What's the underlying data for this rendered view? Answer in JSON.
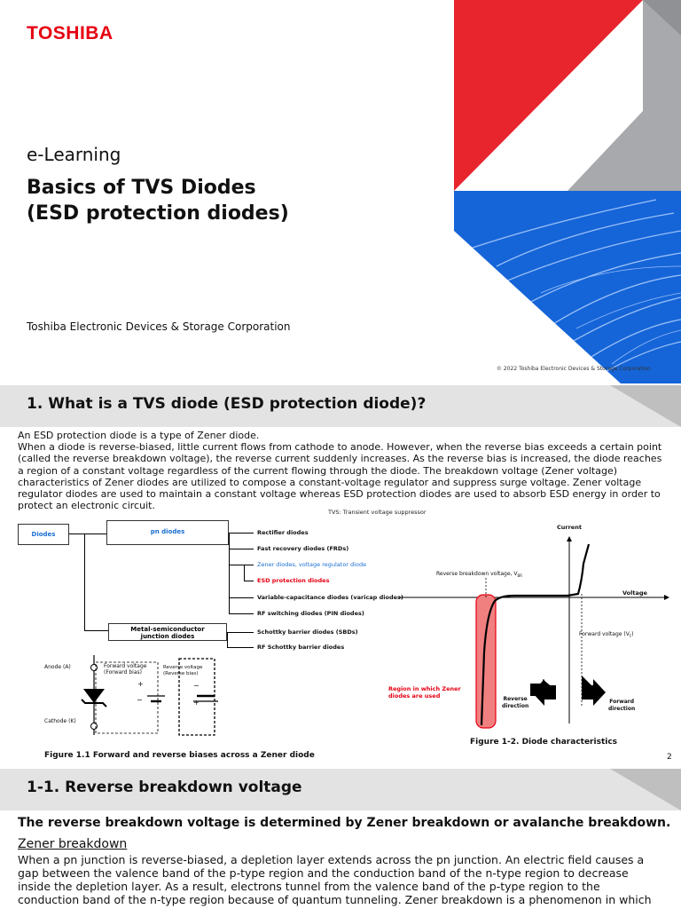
{
  "slide1": {
    "logo": "TOSHIBA",
    "subtitle": "e-Learning",
    "title_line1": "Basics of TVS Diodes",
    "title_line2": "(ESD protection diodes)",
    "company": "Toshiba Electronic Devices & Storage Corporation",
    "copyright": "© 2022 Toshiba Electronic Devices & Storage Corporation",
    "colors": {
      "red": "#e8242c",
      "blue": "#1565d8",
      "gray": "#a7a9ac"
    }
  },
  "slide2": {
    "heading": "1. What is a TVS diode (ESD protection diode)?",
    "paragraph_lines": [
      "An ESD protection diode is a type of Zener diode.",
      "When a diode is reverse-biased, little current flows from cathode to anode. However, when the reverse bias exceeds a certain point",
      "(called the reverse breakdown voltage), the reverse current suddenly increases. As the reverse bias is increased, the diode reaches",
      "a region of a constant voltage regardless of the current flowing through the diode. The breakdown voltage (Zener voltage)",
      "characteristics of Zener diodes are utilized to compose a constant-voltage regulator and suppress surge voltage. Zener voltage",
      "regulator diodes are used to maintain a constant voltage whereas ESD protection diodes are used to absorb ESD energy in order to",
      "protect an electronic circuit."
    ],
    "tvs_note": "TVS: Transient voltage suppressor",
    "tree": {
      "root": "Diodes",
      "pn": "pn diodes",
      "ms_line1": "Metal-semiconductor",
      "ms_line2": "junction diodes",
      "items": [
        "Rectifier diodes",
        "Fast recovery diodes (FRDs)",
        "Zener diodes, voltage regulator diode",
        "ESD protection diodes",
        "Variable-capacitance diodes (varicap diodes)",
        "RF switching diodes (PIN diodes)",
        "Schottky barrier diodes (SBDs)",
        "RF Schottky barrier diodes"
      ]
    },
    "circuit": {
      "anode": "Anode (A)",
      "cathode": "Cathode (K)",
      "forward_line1": "Forward voltage",
      "forward_line2": "(Forward bias)",
      "reverse_line1": "Reverse voltage",
      "reverse_line2": "(Reverse bias)",
      "plus": "+",
      "minus": "−",
      "caption": "Figure 1.1 Forward and reverse biases across a Zener diode"
    },
    "graph": {
      "current": "Current",
      "voltage": "Voltage",
      "vbr": "Reverse breakdown voltage, V",
      "vbr_sub": "BR",
      "vf": "Forward voltage (V",
      "vf_sub": "F",
      "vf_end": ")",
      "zener_line1": "Region in which Zener",
      "zener_line2": "diodes are used",
      "rev_line1": "Reverse",
      "rev_line2": "direction",
      "fwd_line1": "Forward",
      "fwd_line2": "direction",
      "caption": "Figure 1-2. Diode characteristics"
    },
    "page_number": "2"
  },
  "slide3": {
    "heading": "1-1. Reverse breakdown voltage",
    "lead": "The reverse breakdown voltage is determined by Zener breakdown or avalanche breakdown.",
    "subheading": "Zener breakdown",
    "paragraph_lines": [
      "When a pn junction is reverse-biased, a depletion layer extends across the pn junction. An electric field causes a",
      "gap between the valence band of the p-type region and the conduction band of the n-type region to decrease",
      "inside the depletion layer. As a result, electrons tunnel from the valence band of the p-type region to the",
      "conduction band of the n-type region because of quantum tunneling. Zener breakdown is a phenomenon in which"
    ]
  }
}
